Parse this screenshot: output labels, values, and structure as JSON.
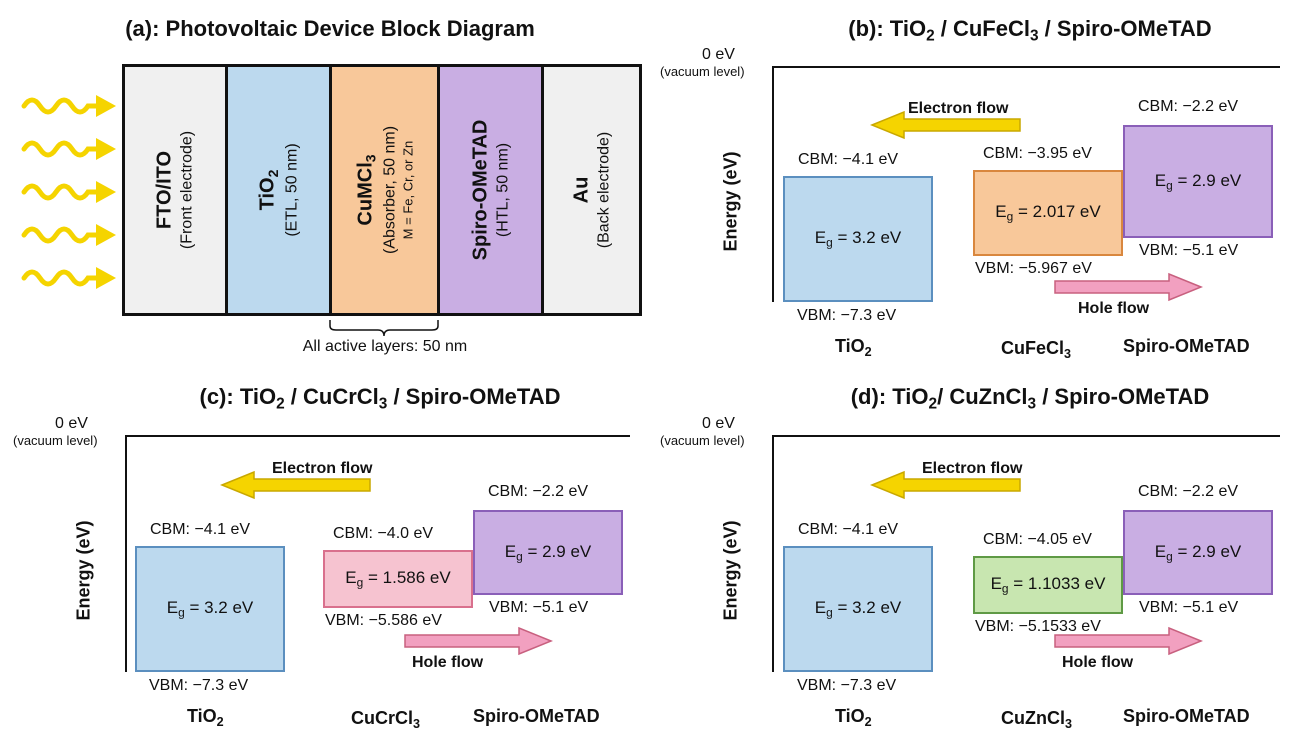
{
  "panel_a": {
    "title": "(a): Photovoltaic Device Block Diagram",
    "layers": [
      {
        "name": "FTO/ITO",
        "sub": "",
        "desc": "(Front electrode)",
        "extra": "",
        "color": "#f0f0f0"
      },
      {
        "name": "TiO",
        "sub": "2",
        "desc": "(ETL, 50 nm)",
        "extra": "",
        "color": "#bcd9ee"
      },
      {
        "name": "CuMCl",
        "sub": "3",
        "desc": "(Absorber, 50 nm)",
        "extra": "M = Fe, Cr, or Zn",
        "color": "#f8c89a"
      },
      {
        "name": "Spiro-OMeTAD",
        "sub": "",
        "desc": "(HTL, 50 nm)",
        "extra": "",
        "color": "#c9aee3"
      },
      {
        "name": "Au",
        "sub": "",
        "desc": "(Back electrode)",
        "extra": "",
        "color": "#f0f0f0"
      }
    ],
    "bracket_label": "All active layers: 50 nm",
    "light_color": "#f5d400"
  },
  "diagrams": [
    {
      "id": "b",
      "title_parts": {
        "pre": "(b): TiO",
        "s1": "2",
        "mid": " / CuFeCl",
        "s2": "3",
        "post": " / Spiro-OMeTAD"
      },
      "vacuum": "0 eV",
      "vacuum_sub": "(vacuum level)",
      "ylabel": "Energy (eV)",
      "electron_flow": "Electron flow",
      "hole_flow": "Hole flow",
      "tio2": {
        "cbm": "CBM: −4.1 eV",
        "eg": "3.2 eV",
        "vbm": "VBM: −7.3 eV",
        "label": "TiO",
        "label_sub": "2",
        "color": "#bcd9ee",
        "border": "#5b8fbf"
      },
      "absorber": {
        "cbm": "CBM: −3.95 eV",
        "eg": "2.017 eV",
        "vbm": "VBM: −5.967 eV",
        "label": "CuFeCl",
        "label_sub": "3",
        "color": "#f8c89a",
        "border": "#d9873e"
      },
      "spiro": {
        "cbm": "CBM: −2.2 eV",
        "eg": "2.9 eV",
        "vbm": "VBM: −5.1 eV",
        "label": "Spiro-OMeTAD",
        "label_sub": "",
        "color": "#c9aee3",
        "border": "#8a5fb8"
      }
    },
    {
      "id": "c",
      "title_parts": {
        "pre": "(c): TiO",
        "s1": "2",
        "mid": " / CuCrCl",
        "s2": "3",
        "post": " / Spiro-OMeTAD"
      },
      "vacuum": "0 eV",
      "vacuum_sub": "(vacuum level)",
      "ylabel": "Energy (eV)",
      "electron_flow": "Electron flow",
      "hole_flow": "Hole flow",
      "tio2": {
        "cbm": "CBM: −4.1 eV",
        "eg": "3.2 eV",
        "vbm": "VBM: −7.3 eV",
        "label": "TiO",
        "label_sub": "2",
        "color": "#bcd9ee",
        "border": "#5b8fbf"
      },
      "absorber": {
        "cbm": "CBM: −4.0 eV",
        "eg": "1.586 eV",
        "vbm": "VBM: −5.586 eV",
        "label": "CuCrCl",
        "label_sub": "3",
        "color": "#f6c3d0",
        "border": "#d9708d"
      },
      "spiro": {
        "cbm": "CBM: −2.2 eV",
        "eg": "2.9 eV",
        "vbm": "VBM: −5.1 eV",
        "label": "Spiro-OMeTAD",
        "label_sub": "",
        "color": "#c9aee3",
        "border": "#8a5fb8"
      }
    },
    {
      "id": "d",
      "title_parts": {
        "pre": "(d): TiO",
        "s1": "2",
        "mid": "/ CuZnCl",
        "s2": "3",
        "post": " / Spiro-OMeTAD"
      },
      "vacuum": "0 eV",
      "vacuum_sub": "(vacuum level)",
      "ylabel": "Energy (eV)",
      "electron_flow": "Electron flow",
      "hole_flow": "Hole flow",
      "tio2": {
        "cbm": "CBM: −4.1 eV",
        "eg": "3.2 eV",
        "vbm": "VBM: −7.3 eV",
        "label": "TiO",
        "label_sub": "2",
        "color": "#bcd9ee",
        "border": "#5b8fbf"
      },
      "absorber": {
        "cbm": "CBM: −4.05 eV",
        "eg": "1.1033 eV",
        "vbm": "VBM: −5.1533 eV",
        "label": "CuZnCl",
        "label_sub": "3",
        "color": "#c8e6b0",
        "border": "#5f9a45"
      },
      "spiro": {
        "cbm": "CBM: −2.2 eV",
        "eg": "2.9 eV",
        "vbm": "VBM: −5.1 eV",
        "label": "Spiro-OMeTAD",
        "label_sub": "",
        "color": "#c9aee3",
        "border": "#8a5fb8"
      }
    }
  ],
  "colors": {
    "electron_arrow": "#f5d400",
    "electron_arrow_edge": "#c9a800",
    "hole_arrow": "#f2a0c0",
    "hole_arrow_edge": "#c8607f"
  }
}
